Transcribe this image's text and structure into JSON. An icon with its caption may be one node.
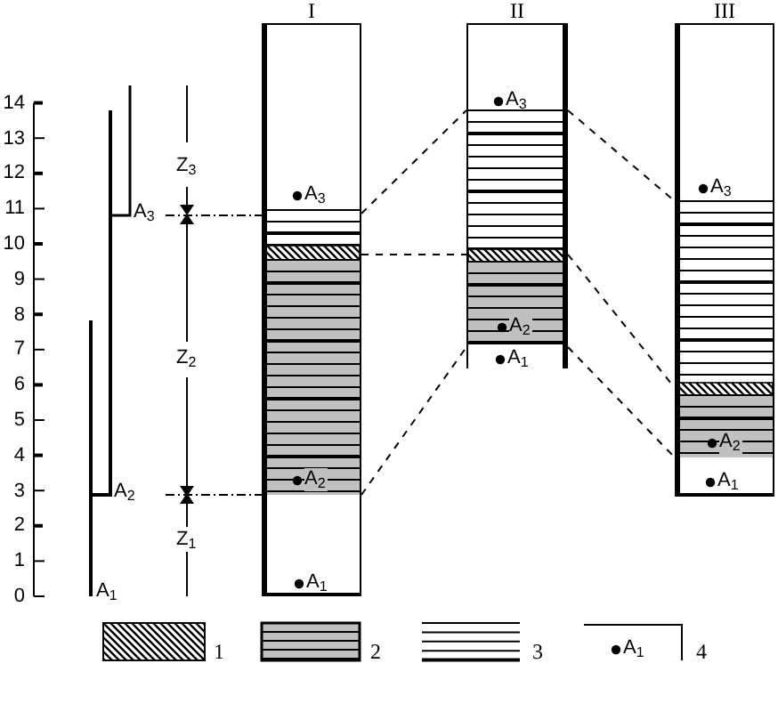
{
  "diagram": {
    "nodes": [
      {
        "text": [
          "I"
        ]
      },
      {
        "text": [
          "II"
        ]
      },
      {
        "text": [
          "III"
        ]
      }
    ],
    "edges": [
      {
        "from": 0,
        "to": 1,
        "arrow": "none",
        "style": "dashed"
      },
      {
        "from": 0,
        "to": 1,
        "arrow": "none",
        "style": "dashed"
      },
      {
        "from": 0,
        "to": 1,
        "arrow": "none",
        "style": "dashed"
      },
      {
        "from": 1,
        "to": 2,
        "arrow": "none",
        "style": "dashed"
      },
      {
        "from": 1,
        "to": 2,
        "arrow": "none",
        "style": "dashed"
      },
      {
        "from": 1,
        "to": 2,
        "arrow": "none",
        "style": "dashed"
      }
    ],
    "labels": [
      "14",
      "13",
      "12",
      "11",
      "10",
      "9",
      "8",
      "7",
      "6",
      "5",
      "4",
      "3",
      "2",
      "1",
      "0",
      "A$_{3}$",
      "A$_{2}$",
      "A$_{1}$",
      "Z$_{3}$",
      "Z$_{2}$",
      "Z$_{1}$",
      "A$_{3}$",
      "A$_{2}$",
      "A$_{1}$",
      "A$_{3}$",
      "A$_{2}$",
      "A$_{1}$",
      "A$_{3}$",
      "A$_{2}$",
      "A$_{1}$",
      "A$_{1}$"
    ],
    "legend": [
      {
        "text": "1"
      },
      {
        "text": "2"
      },
      {
        "text": "3"
      },
      {
        "text": "4"
      }
    ]
  }
}
